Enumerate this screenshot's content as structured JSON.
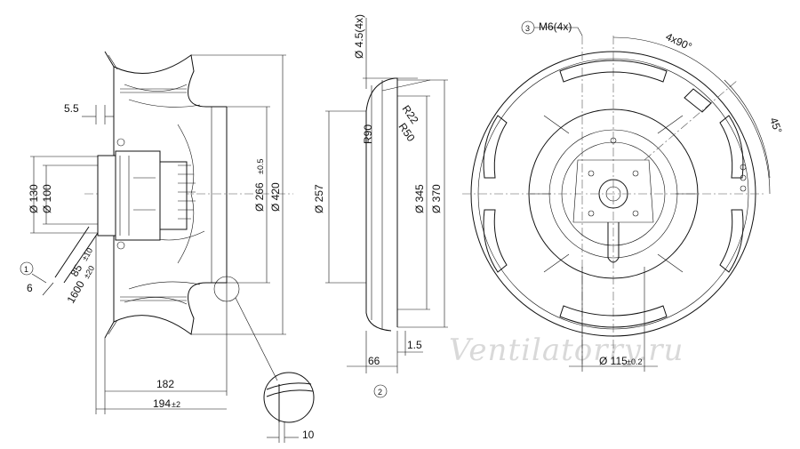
{
  "dimensions": {
    "d130": "Ø 130",
    "d100": "Ø 100",
    "d266": "Ø 266",
    "d266_tol": "±0.5",
    "d420": "Ø 420",
    "d257": "Ø 257",
    "d345": "Ø 345",
    "d370": "Ø 370",
    "d115": "Ø 115",
    "d115_tol": "±0.2",
    "d45_4x": "Ø 4.5(4x)",
    "len_5_5": "5.5",
    "len_182": "182",
    "len_194": "194",
    "len_194_tol": "±2",
    "len_66": "66",
    "len_1_5": "1.5",
    "len_10": "10",
    "len_6": "6",
    "cable_85": "85",
    "cable_85_tol": "±10",
    "cable_1600": "1600",
    "cable_1600_tol": "±20",
    "r22": "R22",
    "r50": "R50",
    "r90": "R90",
    "m6": "M6(4x)",
    "angle_4x90": "4x90°",
    "angle_45": "45°"
  },
  "callouts": {
    "one": "1",
    "two": "2",
    "three": "3"
  },
  "watermark": "Ventilatorry.ru"
}
